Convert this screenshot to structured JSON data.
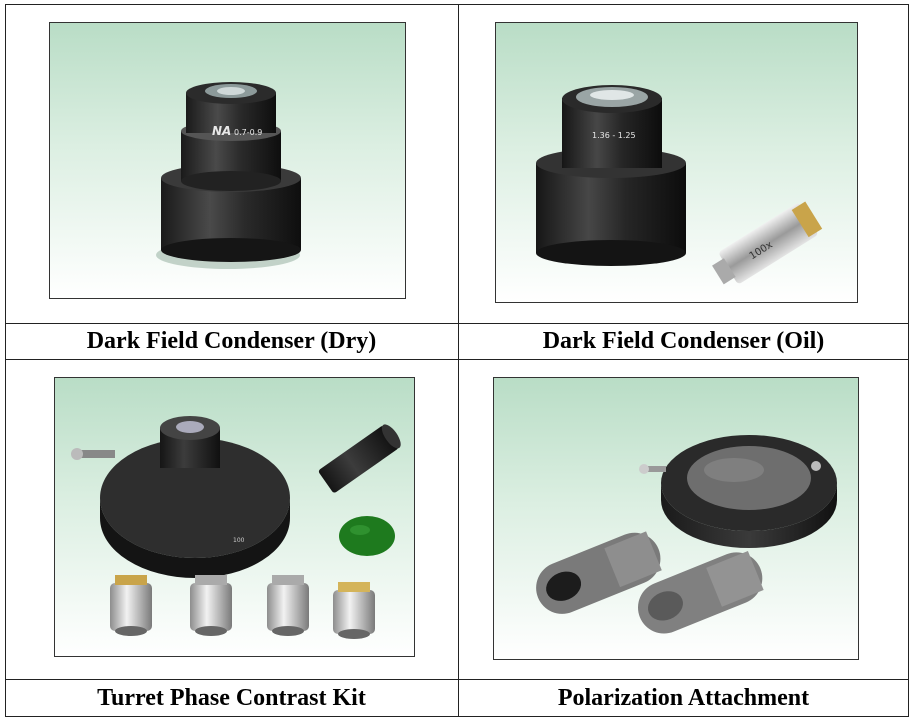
{
  "captions": {
    "dark_field_dry": "Dark Field Condenser (Dry)",
    "dark_field_oil": "Dark Field Condenser (Oil)",
    "turret_phase": "Turret Phase Contrast Kit",
    "polarization": "Polarization Attachment"
  },
  "engravings": {
    "dry_na_brand": "NA",
    "dry_na_value": "0.7-0.9",
    "oil_na_value": "1.36 - 1.25",
    "oil_objective": "100x",
    "turret_mark": "100"
  }
}
